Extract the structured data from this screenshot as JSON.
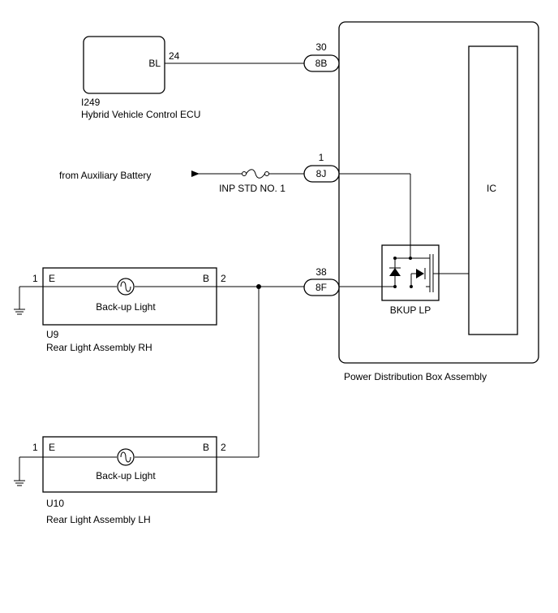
{
  "ecu": {
    "id": "I249",
    "name": "Hybrid Vehicle Control ECU",
    "terminal": "BL",
    "pin": "24"
  },
  "pdb": {
    "name": "Power Distribution Box Assembly",
    "ic_label": "IC",
    "relay_label": "BKUP LP"
  },
  "connectors": [
    {
      "pin": "30",
      "code": "8B"
    },
    {
      "pin": "1",
      "code": "8J"
    },
    {
      "pin": "38",
      "code": "8F"
    }
  ],
  "battery": {
    "label": "from Auxiliary Battery",
    "fuse": "INP STD NO. 1"
  },
  "rear_rh": {
    "id": "U9",
    "name": "Rear Light Assembly RH",
    "bulb": "Back-up Light",
    "left_terminal": "E",
    "right_terminal": "B",
    "left_pin": "1",
    "right_pin": "2"
  },
  "rear_lh": {
    "id": "U10",
    "name": "Rear Light Assembly LH",
    "bulb": "Back-up Light",
    "left_terminal": "E",
    "right_terminal": "B",
    "left_pin": "1",
    "right_pin": "2"
  }
}
